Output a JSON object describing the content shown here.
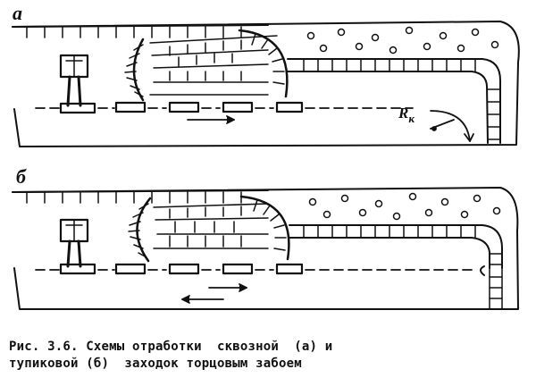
{
  "panels": [
    {
      "id": "a",
      "label": "а",
      "annotation": "R",
      "annotation_sub": "к"
    },
    {
      "id": "b",
      "label": "б"
    }
  ],
  "caption": {
    "line1": "Рис. 3.6. Схемы отработки  сквозной  (а) и",
    "line2": "тупиковой (б)  заходок торцовым забоем"
  },
  "colors": {
    "ink": "#111111",
    "paper": "#ffffff"
  }
}
